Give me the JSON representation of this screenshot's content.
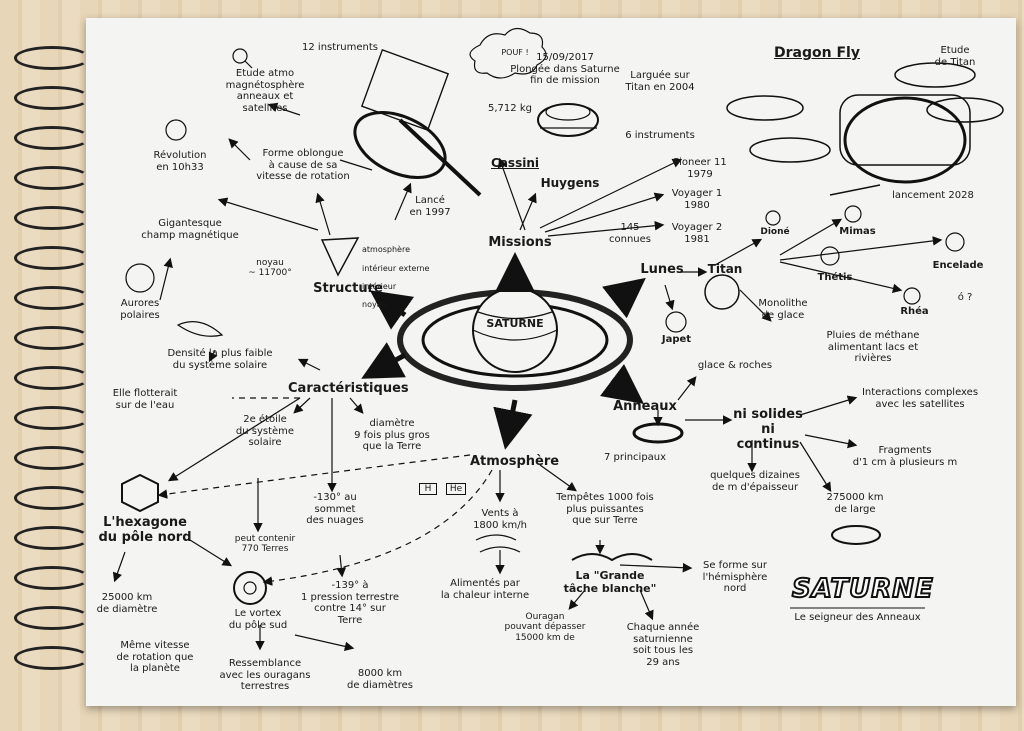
{
  "center": {
    "label": "SATURNE"
  },
  "logo": {
    "title": "SATURNE",
    "subtitle": "Le seigneur des Anneaux"
  },
  "hubs": {
    "missions": "Missions",
    "structure": "Structure",
    "caracteristiques": "Caractéristiques",
    "atmosphere": "Atmosphère",
    "anneaux": "Anneaux",
    "lunes": "Lunes"
  },
  "missions": {
    "instruments12": "12 instruments",
    "etude": "Etude atmo\nmagnétosphère\nanneaux et\nsatellites",
    "pouf": "POUF !",
    "plongee": "15/09/2017\nPlongée dans Saturne\nfin de mission",
    "masse": "5,712 kg",
    "larguee": "Larguée sur\nTitan en 2004",
    "instruments6": "6 instruments",
    "cassini": "Cassini",
    "huygens": "Huygens",
    "lance": "Lancé\nen 1997",
    "pioneer": "Pioneer 11\n1979",
    "voyager1": "Voyager 1\n1980",
    "voyager2": "Voyager 2\n1981",
    "dragonfly": "Dragon Fly",
    "etude_titan": "Etude\nde Titan",
    "lancement": "lancement 2028"
  },
  "structure": {
    "forme": "Forme oblongue\nà cause de sa\nvitesse de rotation",
    "revolution": "Révolution\nen 10h33",
    "champ": "Gigantesque\nchamp magnétique",
    "aurores": "Aurores\npolaires",
    "noyau": "noyau\n~ 11700°",
    "couches": [
      "atmosphère",
      "intérieur externe",
      "intérieur",
      "noyau"
    ]
  },
  "caracteristiques": {
    "densite": "Densité la plus faible\ndu système solaire",
    "flotterait": "Elle flotterait\nsur de l'eau",
    "rang": "2e étoile\ndu système\nsolaire",
    "diametre": "diamètre\n9 fois plus gros\nque la Terre",
    "temp": "-130° au\nsommet\ndes nuages",
    "contenir": "peut contenir\n770 Terres",
    "hexagone": "L'hexagone\ndu pôle nord",
    "hexdiam": "25000 km\nde diamètre",
    "vitesse": "Même vitesse\nde rotation que\nla planète",
    "vortex": "Le vortex\ndu pôle sud",
    "ressemblance": "Ressemblance\navec les ouragans\nterrestres",
    "pression": "-139° à\n1 pression terrestre\ncontre 14° sur\nTerre",
    "vortexdiam": "8000 km\nde diamètres"
  },
  "atmosphere": {
    "h": "H",
    "he": "He",
    "vents": "Vents à\n1800 km/h",
    "alimentes": "Alimentés par\nla chaleur interne",
    "tempetes": "Tempêtes 1000 fois\nplus puissantes\nque sur Terre",
    "tache": "La \"Grande\ntâche blanche\"",
    "ouragan": "Ouragan\npouvant dépasser\n15000 km de",
    "forme": "Se forme sur\nl'hémisphère\nnord",
    "chaque": "Chaque année\nsaturnienne\nsoit tous les\n29 ans"
  },
  "anneaux": {
    "glace": "glace & roches",
    "principaux": "7 principaux",
    "solides": "ni solides\nni continus",
    "interactions": "Interactions complexes\navec les satellites",
    "fragments": "Fragments\nd'1 cm à plusieurs m",
    "epaisseur": "quelques dizaines\nde m d'épaisseur",
    "large": "275000 km\nde large"
  },
  "lunes": {
    "count": "145\nconnues",
    "titan": "Titan",
    "dione": "Dioné",
    "mimas": "Mimas",
    "thetis": "Thétis",
    "encelade": "Encelade",
    "rhea": "Rhéa",
    "japet": "Japet",
    "monolithe": "Monolithe\nde glace",
    "pluies": "Pluies de méthane\nalimentant lacs et\nrivières",
    "question": "ó ?"
  }
}
